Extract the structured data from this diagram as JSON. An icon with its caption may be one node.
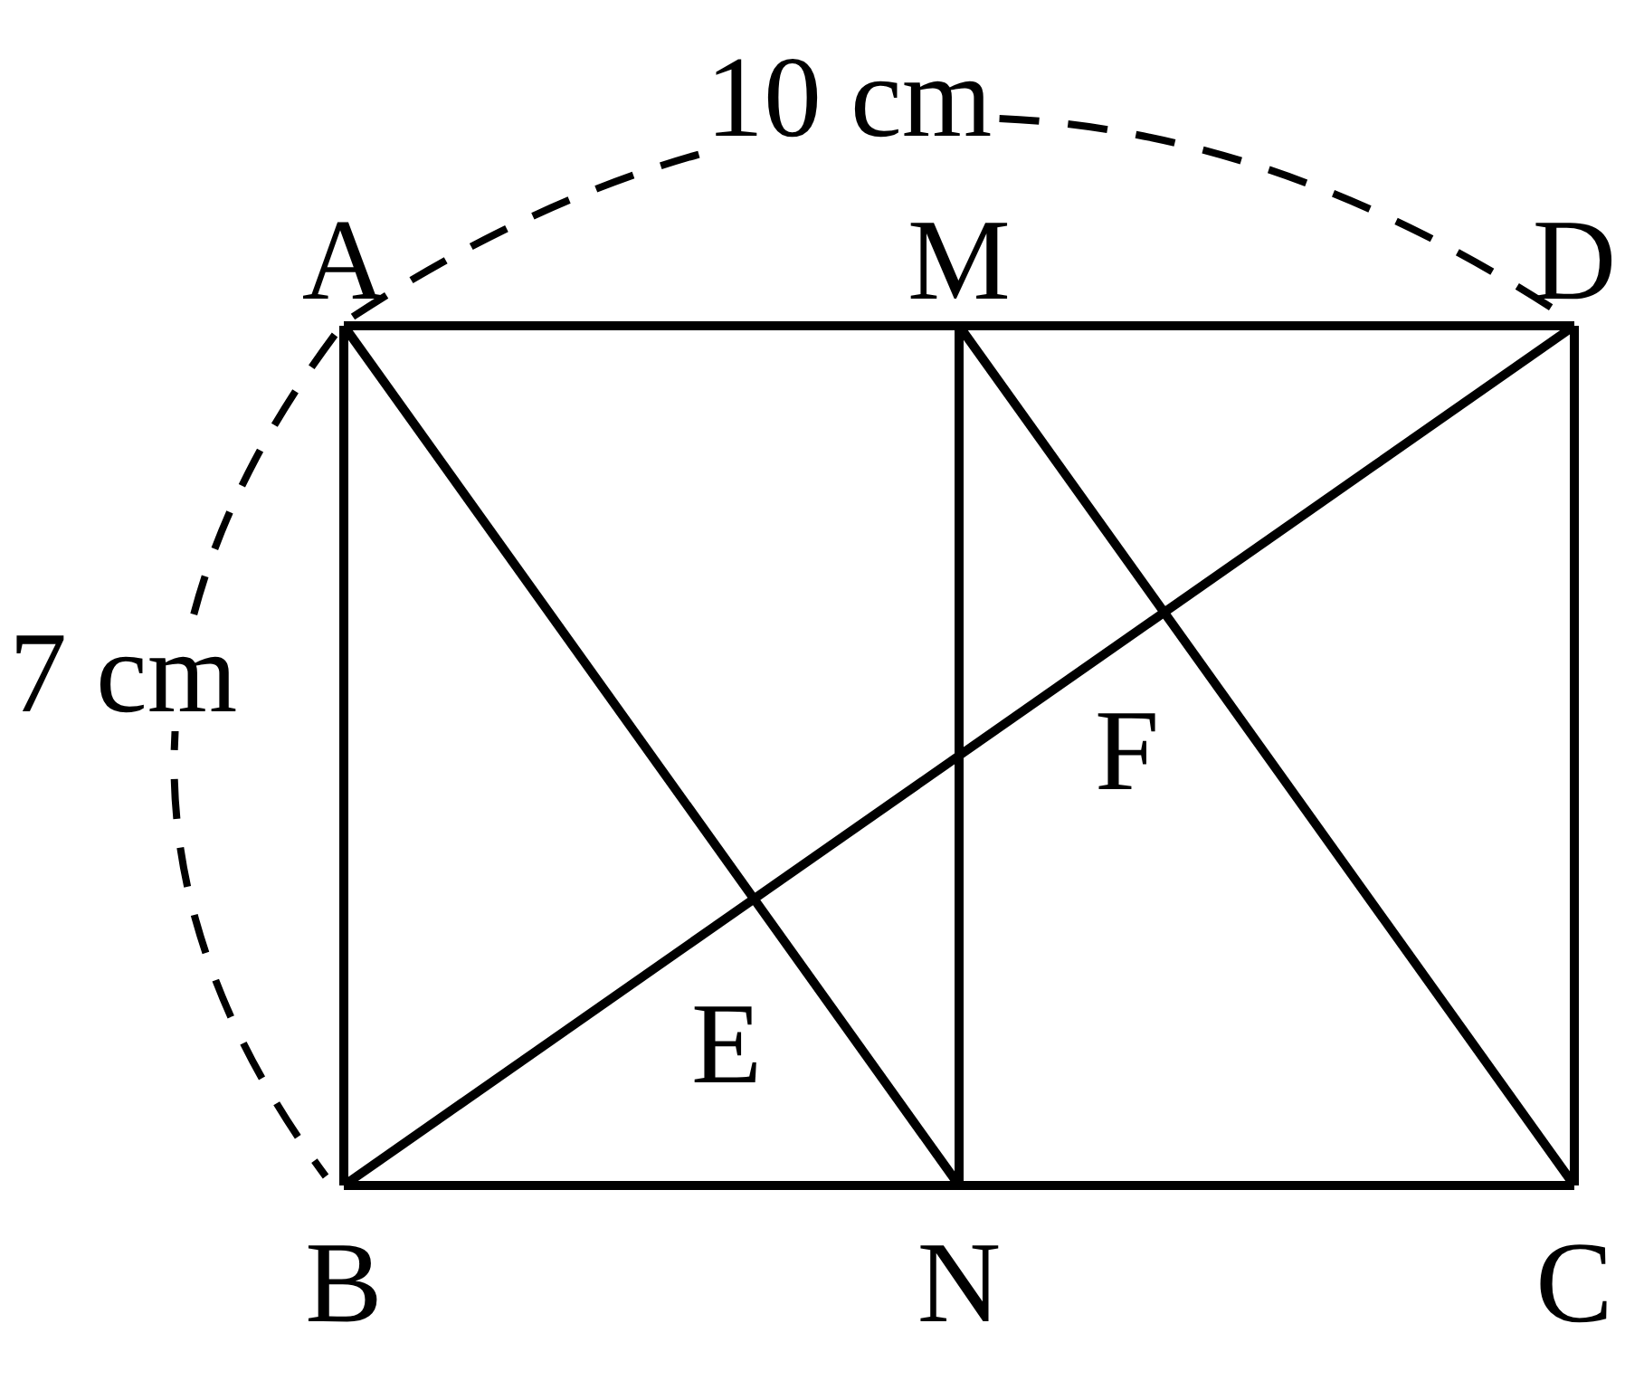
{
  "diagram": {
    "nodes": [
      {
        "text": [
          "A"
        ]
      },
      {
        "text": [
          "M"
        ]
      },
      {
        "text": [
          "D"
        ]
      },
      {
        "text": [
          "B"
        ]
      },
      {
        "text": [
          "N"
        ]
      },
      {
        "text": [
          "C"
        ]
      }
    ],
    "edges": [
      {
        "from": 0,
        "to": 1,
        "arrow": "none"
      },
      {
        "from": 1,
        "to": 2,
        "arrow": "none"
      },
      {
        "from": 2,
        "to": 5,
        "arrow": "none"
      },
      {
        "from": 3,
        "to": 4,
        "arrow": "none"
      },
      {
        "from": 4,
        "to": 5,
        "arrow": "none"
      },
      {
        "from": 0,
        "to": 3,
        "arrow": "none"
      },
      {
        "from": 0,
        "to": 4,
        "arrow": "none"
      },
      {
        "from": 1,
        "to": 4,
        "arrow": "none"
      },
      {
        "from": 1,
        "to": 5,
        "arrow": "none"
      },
      {
        "from": 3,
        "to": 2,
        "arrow": "none"
      }
    ],
    "labels": [
      "10 cm",
      "7 cm",
      "E",
      "F"
    ]
  }
}
